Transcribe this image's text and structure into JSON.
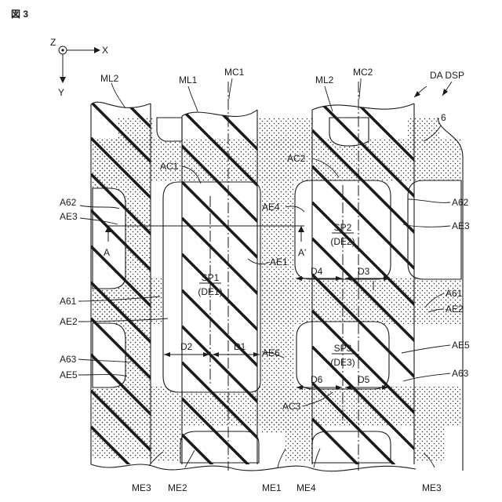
{
  "figure": {
    "title": "図 3"
  },
  "axes": {
    "z": "Z",
    "x": "X",
    "y": "Y"
  },
  "top_labels": {
    "ml2_left": "ML2",
    "ml1": "ML1",
    "mc1": "MC1",
    "ml2_right": "ML2",
    "mc2": "MC2",
    "da_dsp": "DA DSP",
    "six": "6"
  },
  "left_labels": {
    "a62": "A62",
    "ae3": "AE3",
    "a": "A",
    "a61": "A61",
    "ae2": "AE2",
    "a63": "A63",
    "ae5": "AE5"
  },
  "center_labels": {
    "ac1": "AC1",
    "ac2": "AC2",
    "ae4": "AE4",
    "ae1": "AE1",
    "a_prime": "A'",
    "ae6": "AE6",
    "ac3": "AC3"
  },
  "subpixels": {
    "sp1": "SP1",
    "de1": "(DE1)",
    "sp2": "SP2",
    "de2": "(DE2)",
    "sp3": "SP3",
    "de3": "(DE3)"
  },
  "dimensions": {
    "d1": "D1",
    "d2": "D2",
    "d3": "D3",
    "d4": "D4",
    "d5": "D5",
    "d6": "D6"
  },
  "right_labels": {
    "a62": "A62",
    "ae3": "AE3",
    "a61": "A61",
    "ae2": "AE2",
    "ae5": "AE5",
    "a63": "A63"
  },
  "bottom_labels": {
    "me3_left": "ME3",
    "me2": "ME2",
    "me1": "ME1",
    "me4": "ME4",
    "me3_right": "ME3"
  }
}
